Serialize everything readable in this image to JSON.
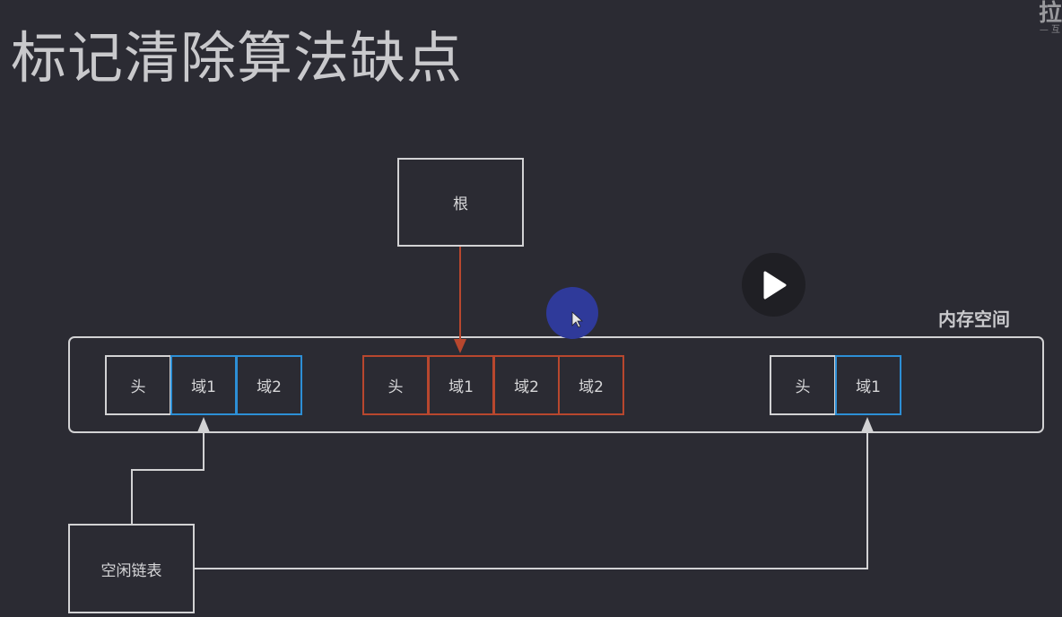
{
  "title": "标记清除算法缺点",
  "corner": {
    "logo": "拉",
    "sub": "— 互"
  },
  "root_label": "根",
  "memory_label": "内存空间",
  "free_list_label": "空闲链表",
  "objects": [
    {
      "cells": [
        "头",
        "域1",
        "域2"
      ]
    },
    {
      "cells": [
        "头",
        "域1",
        "域2",
        "域2"
      ]
    },
    {
      "cells": [
        "头",
        "域1"
      ]
    }
  ],
  "colors": {
    "background": "#2b2b33",
    "outline": "#d2d2d4",
    "free_object_field": "#2d8fd6",
    "marked_object": "#b8472e",
    "cursor_highlight": "#2f3a9a"
  },
  "icons": [
    "play-icon",
    "cursor-icon",
    "arrow-down-icon",
    "arrow-up-icon"
  ]
}
